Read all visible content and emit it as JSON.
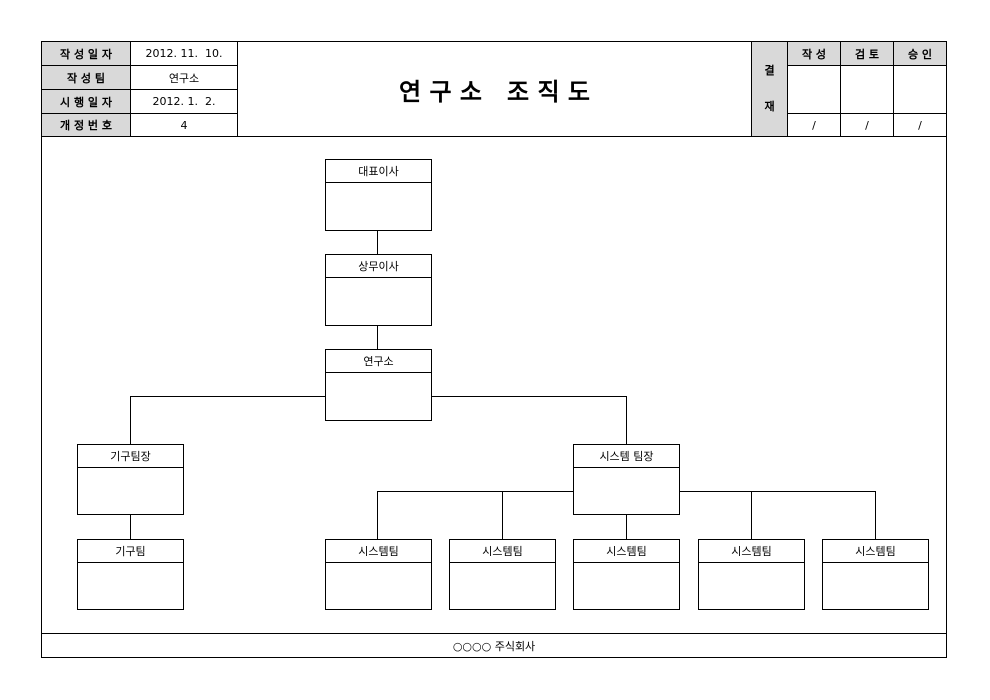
{
  "header": {
    "fields": [
      {
        "label": "작 성 일 자",
        "value": "2012. 11.  10."
      },
      {
        "label": "작 성 팀",
        "value": "연구소"
      },
      {
        "label": "시 행 일 자",
        "value": "2012. 1.  2."
      },
      {
        "label": "개 정 번 호",
        "value": "4"
      }
    ],
    "title": "연 구 소   조 직 도",
    "approval": {
      "side_label_1": "결",
      "side_label_2": "재",
      "columns": [
        "작 성",
        "검 토",
        "승 인"
      ],
      "dates": [
        "/",
        "/",
        "/"
      ]
    }
  },
  "org": {
    "ceo": "대표이사",
    "md": "상무이사",
    "lab": "연구소",
    "mech_lead": "기구팀장",
    "mech_team": "기구팀",
    "sys_lead": "시스템 팀장",
    "sys_teams": [
      "시스템팀",
      "시스템팀",
      "시스템팀",
      "시스템팀",
      "시스템팀"
    ]
  },
  "footer": {
    "company": "○○○○ 주식회사"
  }
}
